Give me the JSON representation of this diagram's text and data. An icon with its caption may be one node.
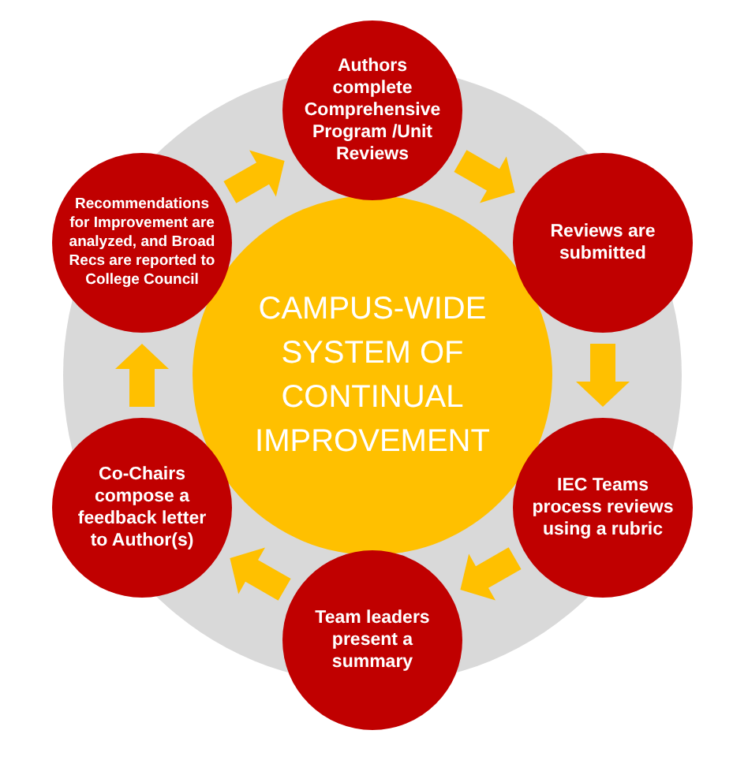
{
  "diagram": {
    "nodes": [
      {
        "text": [
          "CAMPUS-WIDE SYSTEM OF CONTINUAL IMPROVEMENT"
        ]
      },
      {
        "text": [
          "Authors complete Comprehensive Program /Unit Reviews"
        ]
      },
      {
        "text": [
          "Reviews are submitted"
        ]
      },
      {
        "text": [
          "IEC Teams process reviews using a rubric"
        ]
      },
      {
        "text": [
          "Team leaders present a summary"
        ]
      },
      {
        "text": [
          "Co-Chairs compose a feedback letter to Author(s)"
        ]
      },
      {
        "text": [
          "Recommendations for Improvement are analyzed, and Broad Recs are reported to College Council"
        ]
      }
    ],
    "edges": [
      {
        "from": 6,
        "to": 1,
        "arrow": "to"
      },
      {
        "from": 1,
        "to": 2,
        "arrow": "to"
      },
      {
        "from": 2,
        "to": 3,
        "arrow": "to"
      },
      {
        "from": 3,
        "to": 4,
        "arrow": "to"
      },
      {
        "from": 4,
        "to": 5,
        "arrow": "to"
      },
      {
        "from": 5,
        "to": 6,
        "arrow": "to"
      }
    ]
  }
}
